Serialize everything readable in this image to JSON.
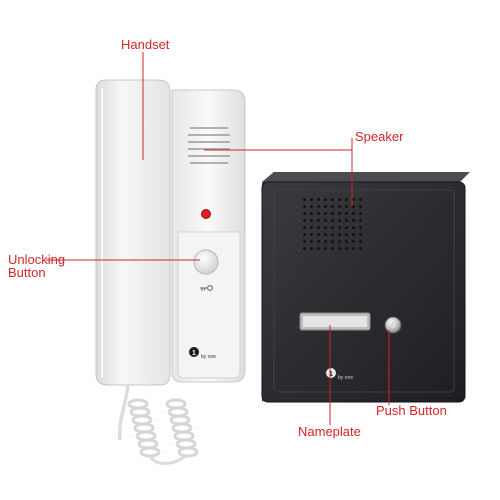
{
  "labels": {
    "handset": "Handset",
    "speaker": "Speaker",
    "unlocking_line1": "Unlocking",
    "unlocking_line2": "Button",
    "push_button": "Push Button",
    "nameplate": "Nameplate"
  },
  "brand": {
    "number": "1",
    "text": "by one"
  },
  "colors": {
    "label": "#d32626",
    "leader_line": "#d32626",
    "handset_body": "#f1f1f1",
    "outdoor_panel": "#2a2a2e",
    "indicator_led": "#e02020"
  },
  "icons": {
    "unlock_symbol": "key-icon"
  }
}
